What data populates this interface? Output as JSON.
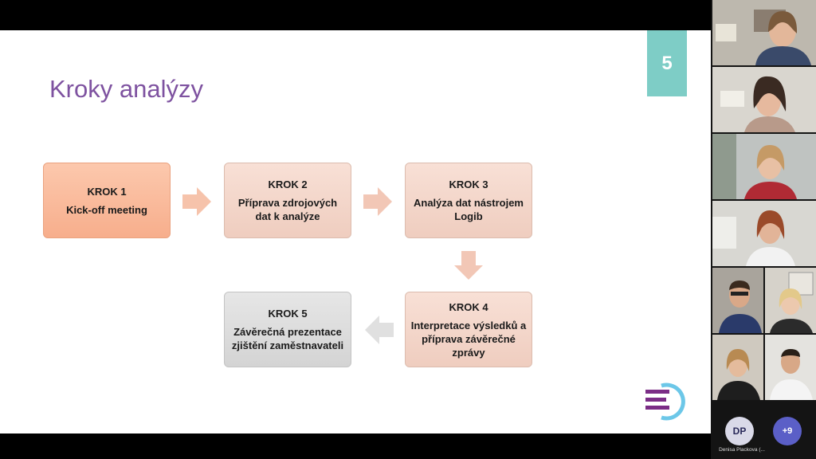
{
  "slide": {
    "number": "5",
    "title": "Kroky analýzy",
    "steps": [
      {
        "title": "KROK 1",
        "text": "Kick-off meeting"
      },
      {
        "title": "KROK 2",
        "text": "Příprava zdrojových dat k analýze"
      },
      {
        "title": "KROK 3",
        "text": "Analýza dat nástrojem Logib"
      },
      {
        "title": "KROK 4",
        "text": "Interpretace výsledků a příprava závěrečné zprávy"
      },
      {
        "title": "KROK 5",
        "text": "Závěrečná prezentace zjištění zaměstnavateli"
      }
    ],
    "colors": {
      "accent_teal": "#7ecdc6",
      "title_purple": "#7e52a0",
      "step_orange": "#f7ae8c",
      "arrow": "#f2c0a8"
    }
  },
  "participants": {
    "initials_avatar": "DP",
    "initials_name": "Denisa Plackova (...",
    "more_count": "+9"
  }
}
